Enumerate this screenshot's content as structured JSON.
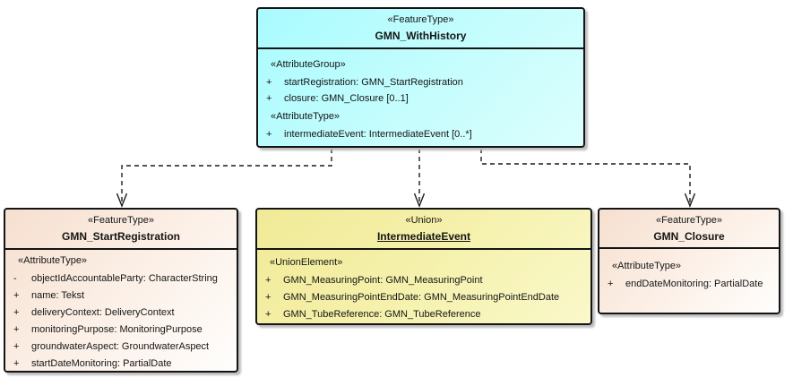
{
  "diagram_type": "uml-class-diagram",
  "colors": {
    "history_fill": "#b5fdfe",
    "feature_fill": "#f8e6d8",
    "union_fill": "#f3eea4",
    "border": "#141414",
    "shadow": "#bdbdbd",
    "connector": "#1c1c1c",
    "background": "#ffffff"
  },
  "classes": {
    "top": {
      "stereotype": "«FeatureType»",
      "name": "GMN_WithHistory",
      "rows": [
        {
          "kind": "stereo",
          "text": "«AttributeGroup»"
        },
        {
          "kind": "attr",
          "vis": "+",
          "text": "startRegistration: GMN_StartRegistration"
        },
        {
          "kind": "attr",
          "vis": "+",
          "text": "closure: GMN_Closure [0..1]"
        },
        {
          "kind": "stereo",
          "text": "«AttributeType»"
        },
        {
          "kind": "attr",
          "vis": "+",
          "text": "intermediateEvent: IntermediateEvent [0..*]"
        }
      ]
    },
    "left": {
      "stereotype": "«FeatureType»",
      "name": "GMN_StartRegistration",
      "rows": [
        {
          "kind": "stereo",
          "text": "«AttributeType»"
        },
        {
          "kind": "attr",
          "vis": "-",
          "text": "objectIdAccountableParty: CharacterString"
        },
        {
          "kind": "attr",
          "vis": "+",
          "text": "name: Tekst"
        },
        {
          "kind": "attr",
          "vis": "+",
          "text": "deliveryContext: DeliveryContext"
        },
        {
          "kind": "attr",
          "vis": "+",
          "text": "monitoringPurpose: MonitoringPurpose"
        },
        {
          "kind": "attr",
          "vis": "+",
          "text": "groundwaterAspect: GroundwaterAspect"
        },
        {
          "kind": "attr",
          "vis": "+",
          "text": "startDateMonitoring: PartialDate"
        }
      ]
    },
    "middle": {
      "stereotype": "«Union»",
      "name": "IntermediateEvent",
      "rows": [
        {
          "kind": "stereo",
          "text": "«UnionElement»"
        },
        {
          "kind": "attr",
          "vis": "+",
          "text": "GMN_MeasuringPoint: GMN_MeasuringPoint"
        },
        {
          "kind": "attr",
          "vis": "+",
          "text": "GMN_MeasuringPointEndDate: GMN_MeasuringPointEndDate"
        },
        {
          "kind": "attr",
          "vis": "+",
          "text": "GMN_TubeReference: GMN_TubeReference"
        }
      ]
    },
    "right": {
      "stereotype": "«FeatureType»",
      "name": "GMN_Closure",
      "rows": [
        {
          "kind": "stereo",
          "text": "«AttributeType»"
        },
        {
          "kind": "attr",
          "vis": "+",
          "text": "endDateMonitoring: PartialDate"
        }
      ]
    }
  },
  "relations": [
    {
      "from": "GMN_WithHistory",
      "to": "GMN_StartRegistration",
      "type": "dependency",
      "line": "dashed",
      "arrow": "open"
    },
    {
      "from": "GMN_WithHistory",
      "to": "IntermediateEvent",
      "type": "dependency",
      "line": "dashed",
      "arrow": "open"
    },
    {
      "from": "GMN_WithHistory",
      "to": "GMN_Closure",
      "type": "dependency",
      "line": "dashed",
      "arrow": "open"
    }
  ]
}
